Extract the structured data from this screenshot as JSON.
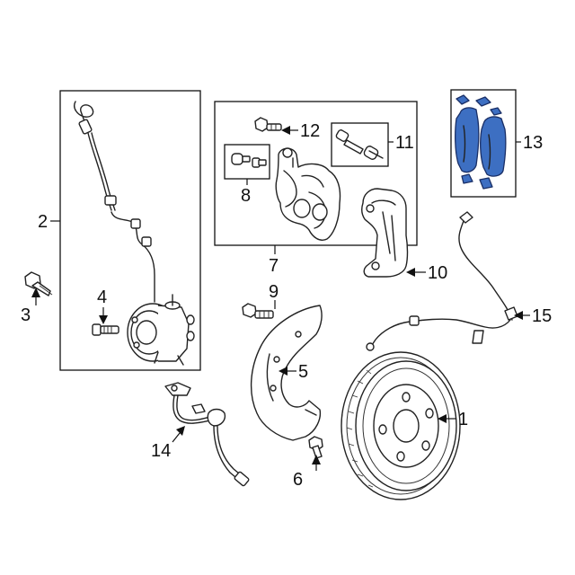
{
  "colors": {
    "line": "#222222",
    "pad": "#3d6fc2",
    "pad_edge": "#1a2f66"
  },
  "callouts": [
    {
      "id": "1",
      "label": "1"
    },
    {
      "id": "2",
      "label": "2"
    },
    {
      "id": "3",
      "label": "3"
    },
    {
      "id": "4",
      "label": "4"
    },
    {
      "id": "5",
      "label": "5"
    },
    {
      "id": "6",
      "label": "6"
    },
    {
      "id": "7",
      "label": "7"
    },
    {
      "id": "8",
      "label": "8"
    },
    {
      "id": "9",
      "label": "9"
    },
    {
      "id": "10",
      "label": "10"
    },
    {
      "id": "11",
      "label": "11"
    },
    {
      "id": "12",
      "label": "12"
    },
    {
      "id": "13",
      "label": "13"
    },
    {
      "id": "14",
      "label": "14"
    },
    {
      "id": "15",
      "label": "15"
    }
  ]
}
